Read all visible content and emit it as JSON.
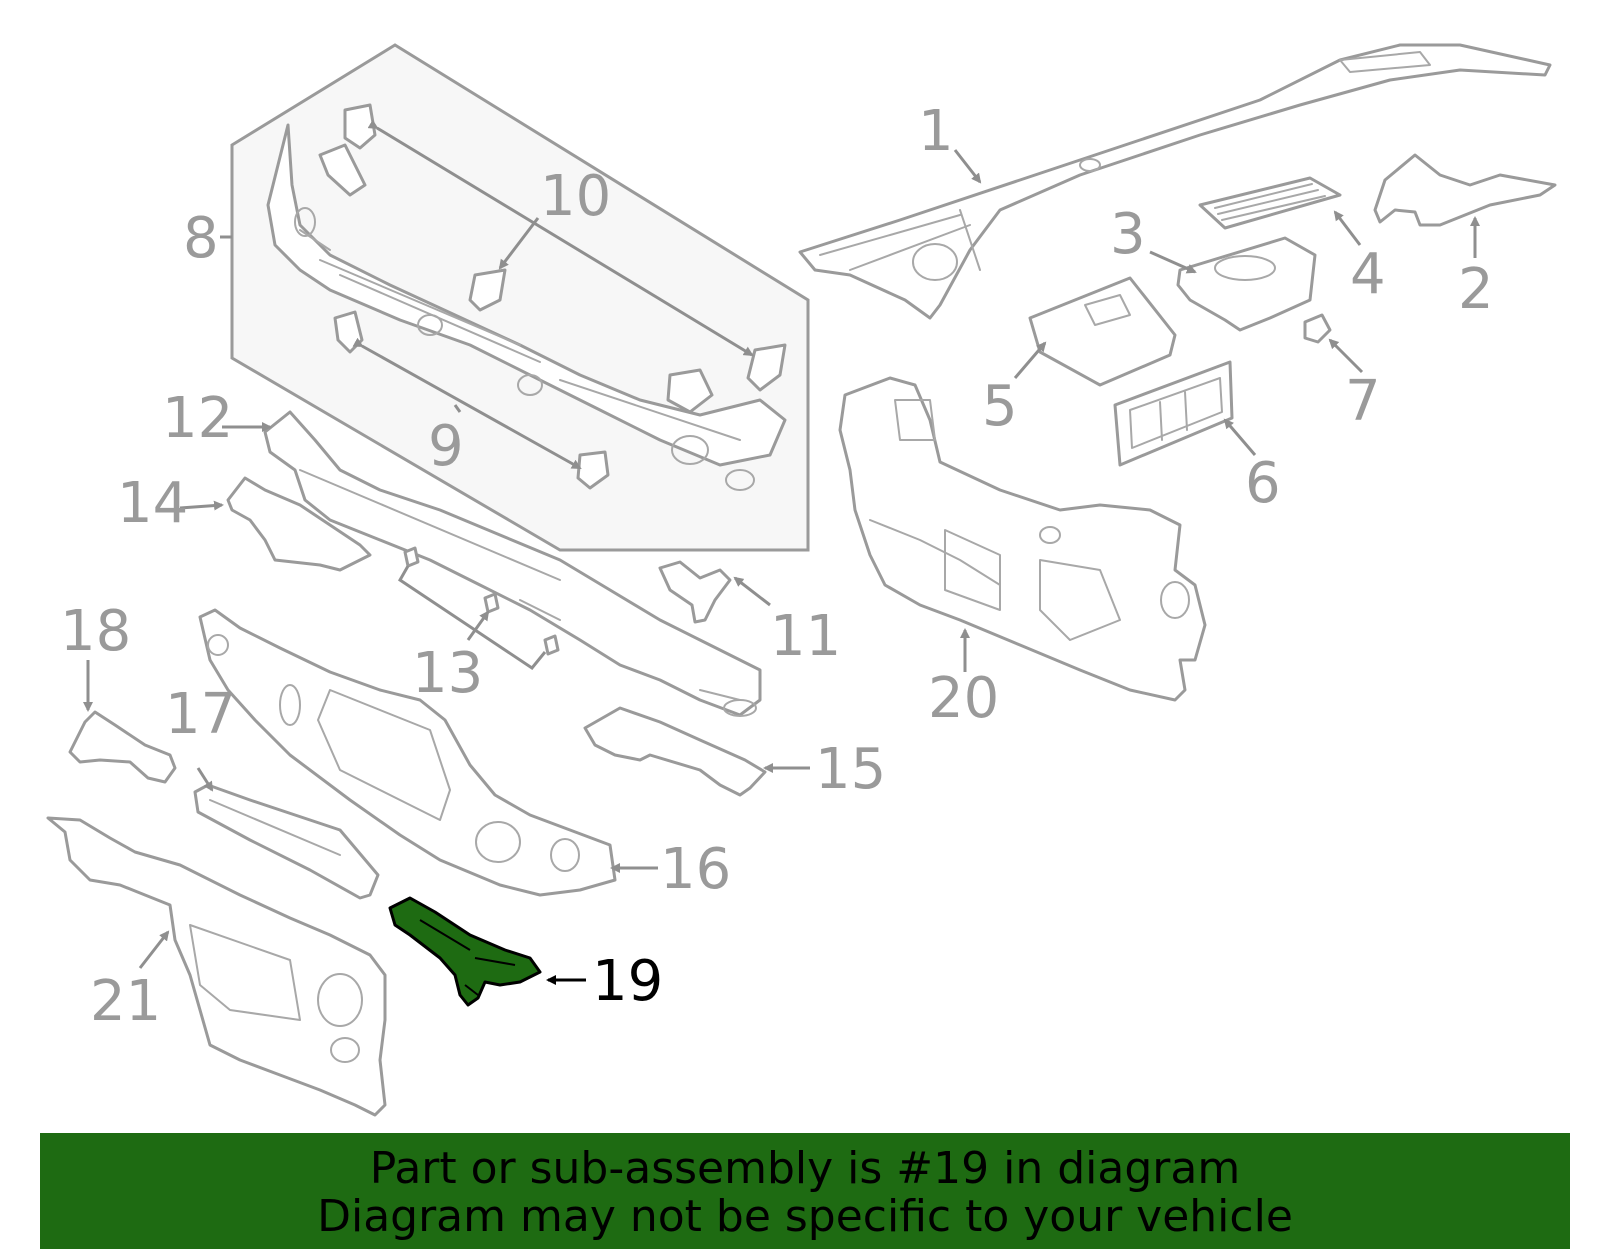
{
  "colors": {
    "line": "#9a9a9a",
    "highlight": "#1e6b12",
    "banner": "#1e6b12",
    "group_box": "#f7f7f7"
  },
  "callouts": {
    "c1": "1",
    "c2": "2",
    "c3": "3",
    "c4": "4",
    "c5": "5",
    "c6": "6",
    "c7": "7",
    "c8": "8",
    "c9": "9",
    "c10": "10",
    "c11": "11",
    "c12": "12",
    "c13": "13",
    "c14": "14",
    "c15": "15",
    "c16": "16",
    "c17": "17",
    "c18": "18",
    "c19": "19",
    "c20": "20",
    "c21": "21"
  },
  "highlighted_part": "19",
  "banner": {
    "line1": "Part or sub-assembly is #19 in diagram",
    "line2": "Diagram may not be specific to your vehicle"
  }
}
